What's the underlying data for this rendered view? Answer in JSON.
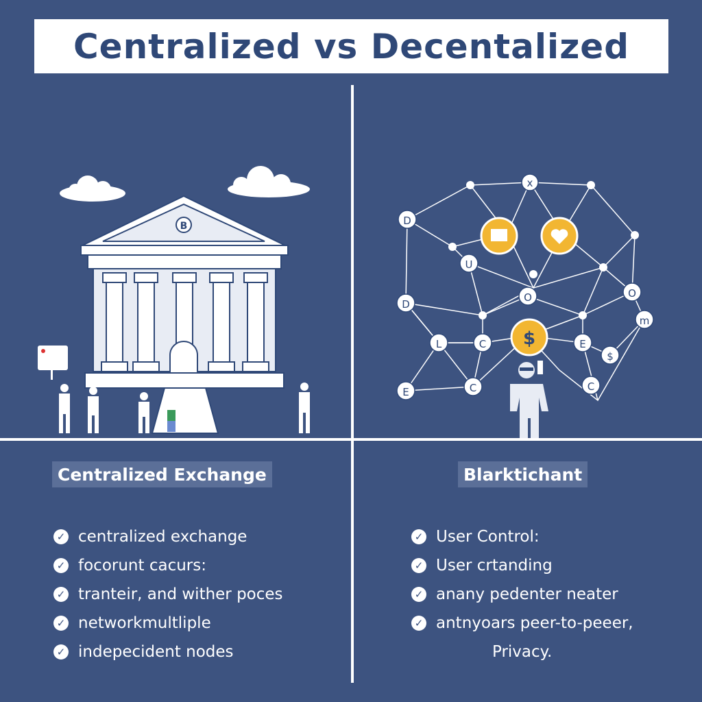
{
  "title": "Centralized vs Decentalized",
  "left": {
    "heading": "Centralized Exchange",
    "bank_symbol": "B",
    "items": [
      "centralized exchange",
      "focorunt cacurs:",
      "tranteir, and wither poces",
      "networkmultliple",
      "indepecident nodes"
    ]
  },
  "right": {
    "heading": "Blarktichant",
    "items": [
      "User Control:",
      "User crtanding",
      "anany pedenter neater",
      "antnyoars peer-to-peeer,"
    ],
    "trailing": "Privacy.",
    "node_labels": [
      "x",
      "D",
      "U",
      "D",
      "O",
      "O",
      "m",
      "L",
      "C",
      "E",
      "$",
      "E",
      "C"
    ],
    "dollar": "$"
  },
  "colors": {
    "background": "#3d5380",
    "title_text": "#2f4877",
    "accent": "#f2b632"
  }
}
